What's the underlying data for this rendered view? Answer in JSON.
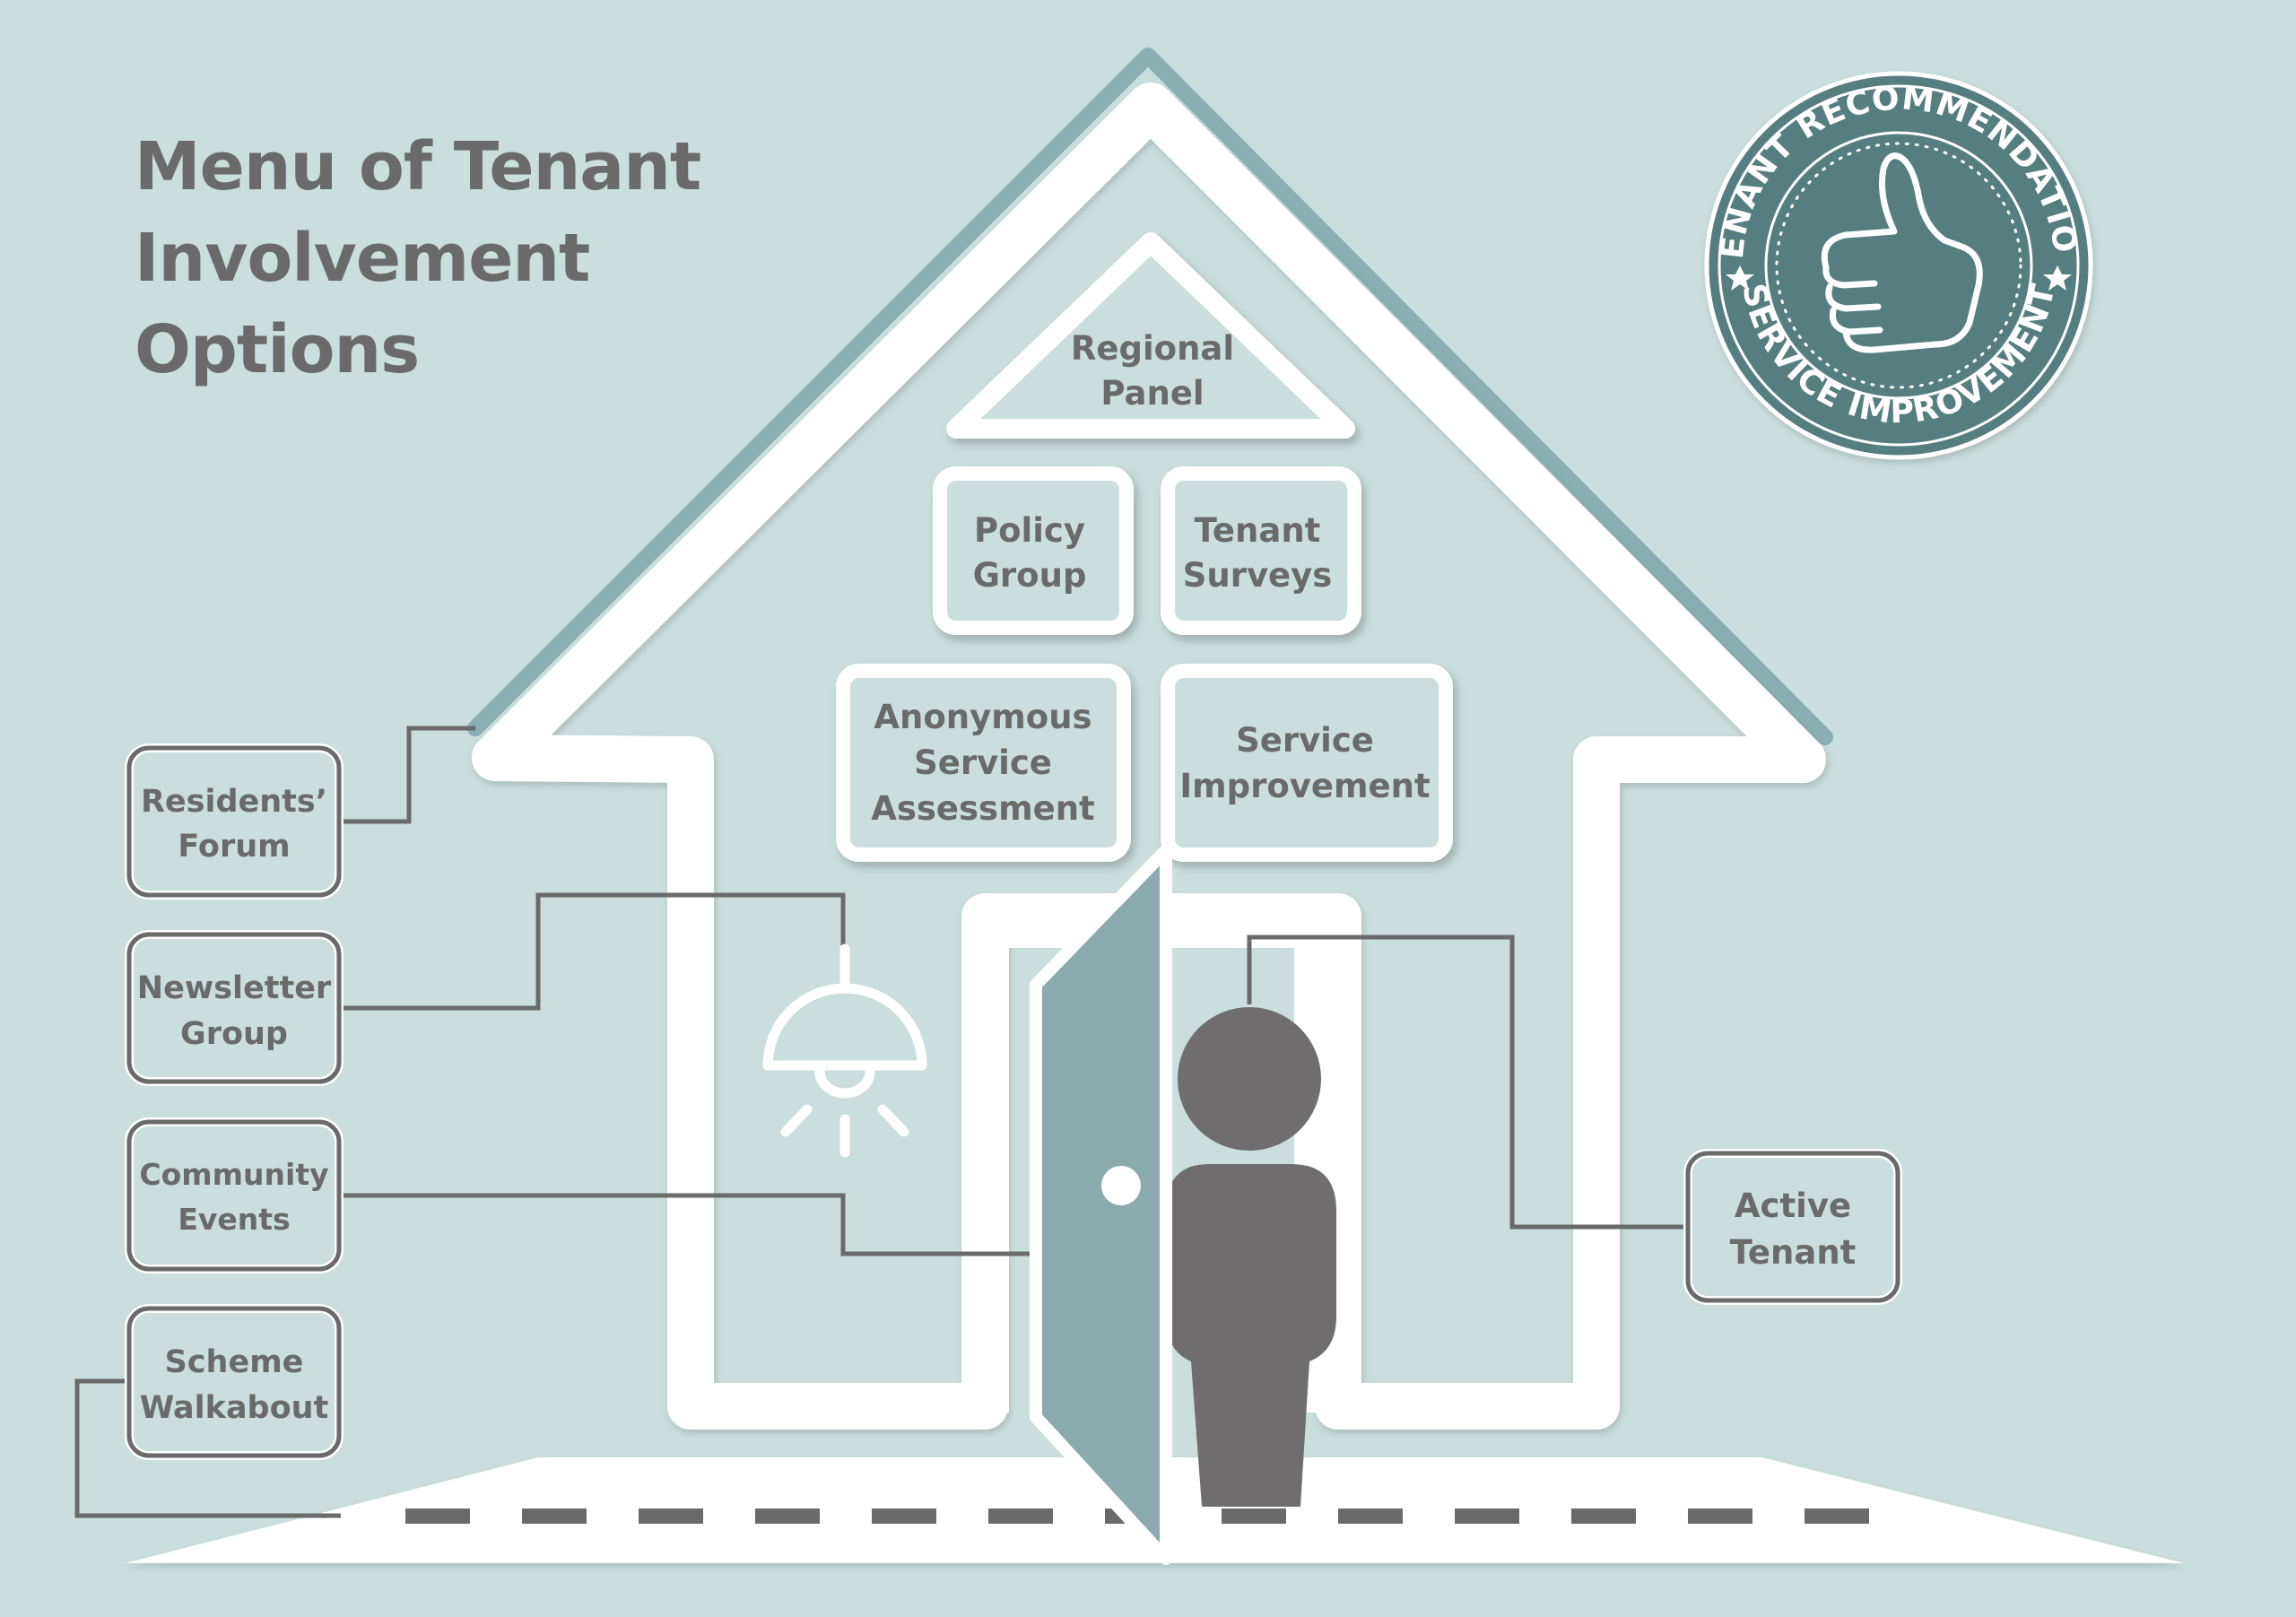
{
  "title_lines": [
    "Menu of Tenant",
    "Involvement",
    "Options"
  ],
  "house_labels": {
    "regional_panel": [
      "Regional",
      "Panel"
    ],
    "policy_group": [
      "Policy",
      "Group"
    ],
    "tenant_surveys": [
      "Tenant",
      "Surveys"
    ],
    "anonymous_service_assessment": [
      "Anonymous",
      "Service",
      "Assessment"
    ],
    "service_improvement": [
      "Service",
      "Improvement"
    ]
  },
  "side_labels": {
    "residents_forum": [
      "Residents’",
      "Forum"
    ],
    "newsletter_group": [
      "Newsletter",
      "Group"
    ],
    "community_events": [
      "Community",
      "Events"
    ],
    "scheme_walkabout": [
      "Scheme",
      "Walkabout"
    ],
    "active_tenant": [
      "Active",
      "Tenant"
    ]
  },
  "badge": {
    "top_text": "TENANT RECOMMENDATION",
    "bottom_text": "SERVICE IMPROVEMENT"
  },
  "colors": {
    "background": "#c9dedd",
    "text_grey": "#6a6a6a",
    "teal_badge": "#567e80",
    "roof_stripe": "#8aaeb1",
    "door": "#8aaaae",
    "person": "#6f6d6d",
    "white": "#ffffff"
  },
  "icons": [
    "thumbs-up-icon",
    "lamp-icon",
    "person-icon",
    "door-icon",
    "star-icon"
  ]
}
